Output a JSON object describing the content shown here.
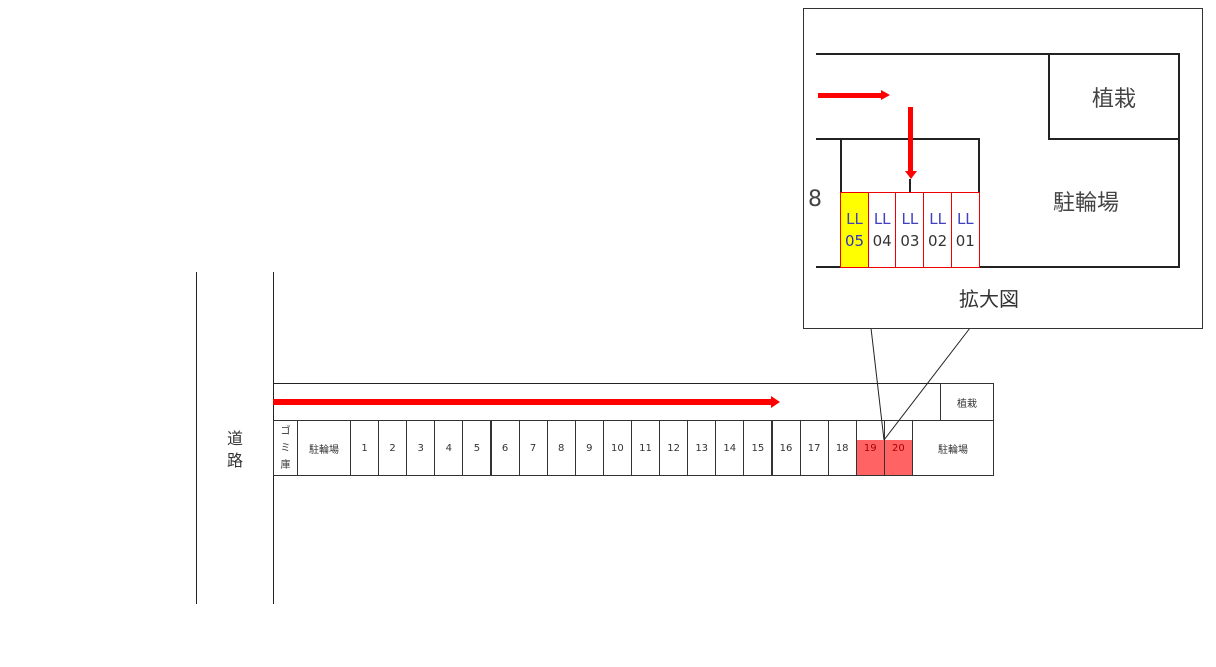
{
  "road_label": "道路",
  "garbage_label": [
    "ゴ",
    "ミ",
    "庫"
  ],
  "bike_parking_label": "駐輪場",
  "planting_label": "植栽",
  "spaces": [
    "1",
    "2",
    "3",
    "4",
    "5",
    "6",
    "7",
    "8",
    "9",
    "10",
    "11",
    "12",
    "13",
    "14",
    "15",
    "16",
    "17",
    "18",
    "19",
    "20"
  ],
  "highlighted_spaces": [
    "19",
    "20"
  ],
  "inset": {
    "caption": "拡大図",
    "partial_label": "8",
    "planting_label": "植栽",
    "bike_parking_label": "駐輪場",
    "ll_spaces": [
      {
        "top": "LL",
        "num": "05",
        "highlight": true
      },
      {
        "top": "LL",
        "num": "04",
        "highlight": false
      },
      {
        "top": "LL",
        "num": "03",
        "highlight": false
      },
      {
        "top": "LL",
        "num": "02",
        "highlight": false
      },
      {
        "top": "LL",
        "num": "01",
        "highlight": false
      }
    ]
  },
  "colors": {
    "arrow": "#ff0000",
    "highlight_red": "#ff6363",
    "highlight_yellow": "#ffff00"
  }
}
